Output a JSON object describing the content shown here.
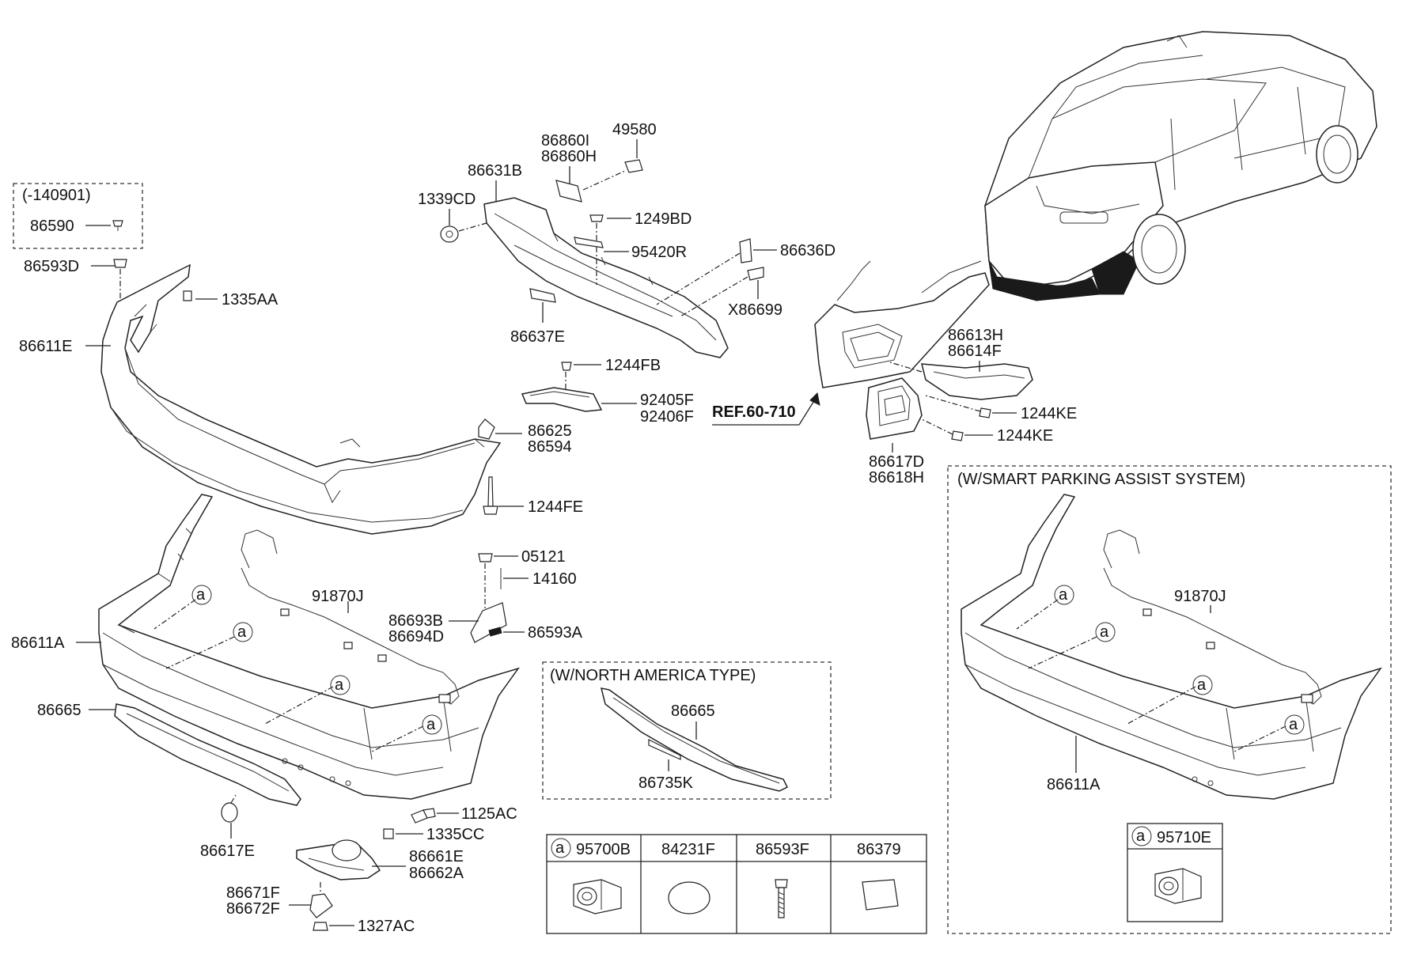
{
  "callouts": {
    "c86590": "86590",
    "c140901": "(-140901)",
    "c86593D": "86593D",
    "c1335AA": "1335AA",
    "c86611E": "86611E",
    "c86631B": "86631B",
    "c86860I": "86860I",
    "c86860H": "86860H",
    "c49580": "49580",
    "c1339CD": "1339CD",
    "c1249BD": "1249BD",
    "c95420R": "95420R",
    "c86636D": "86636D",
    "cX86699": "X86699",
    "c86637E": "86637E",
    "c1244FB": "1244FB",
    "c92405F": "92405F",
    "c92406F": "92406F",
    "c86625": "86625",
    "c86594": "86594",
    "c1244FE": "1244FE",
    "cREF": "REF.60-710",
    "c86613H": "86613H",
    "c86614F": "86614F",
    "c1244KE_a": "1244KE",
    "c1244KE_b": "1244KE",
    "c86617D": "86617D",
    "c86618H": "86618H",
    "c91870J": "91870J",
    "c05121": "05121",
    "c14160": "14160",
    "c86693B": "86693B",
    "c86694D": "86694D",
    "c86593A": "86593A",
    "c86611A": "86611A",
    "c86665": "86665",
    "c86617E": "86617E",
    "c1125AC": "1125AC",
    "c1335CC": "1335CC",
    "c86661E": "86661E",
    "c86662A": "86662A",
    "c86671F": "86671F",
    "c86672F": "86672F",
    "c1327AC": "1327AC",
    "na_title": "(W/NORTH AMERICA TYPE)",
    "na_86665": "86665",
    "na_86735K": "86735K",
    "spas_title": "(W/SMART PARKING ASSIST SYSTEM)",
    "spas_91870J": "91870J",
    "spas_86611A": "86611A",
    "marker": "a"
  },
  "legend": {
    "cells": [
      {
        "code": "95700B",
        "marker": "a"
      },
      {
        "code": "84231F"
      },
      {
        "code": "86593F"
      },
      {
        "code": "86379"
      }
    ],
    "spas_cell": {
      "code": "95710E",
      "marker": "a"
    }
  }
}
